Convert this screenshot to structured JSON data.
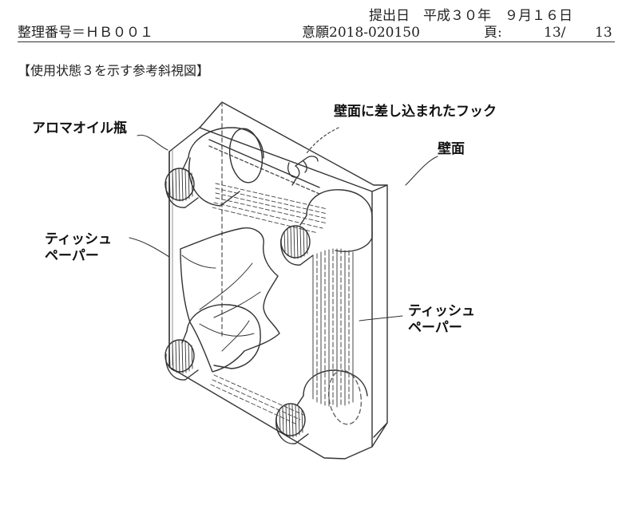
{
  "header": {
    "submit_date": "提出日　平成３０年　９月１６日",
    "ref_number": "整理番号＝ＨＢ００１",
    "application": "意願2018-020150",
    "page_label": "頁:",
    "page_num": "13/",
    "page_total": "13"
  },
  "section_title": "【使用状態３を示す参考斜視図】",
  "labels": {
    "aroma_bottle": "アロマオイル瓶",
    "hook": "壁面に差し込まれたフック",
    "wall": "壁面",
    "tissue_left_1": "ティッシュ",
    "tissue_left_2": "ペーパー",
    "tissue_right_1": "ティッシュ",
    "tissue_right_2": "ペーパー"
  }
}
